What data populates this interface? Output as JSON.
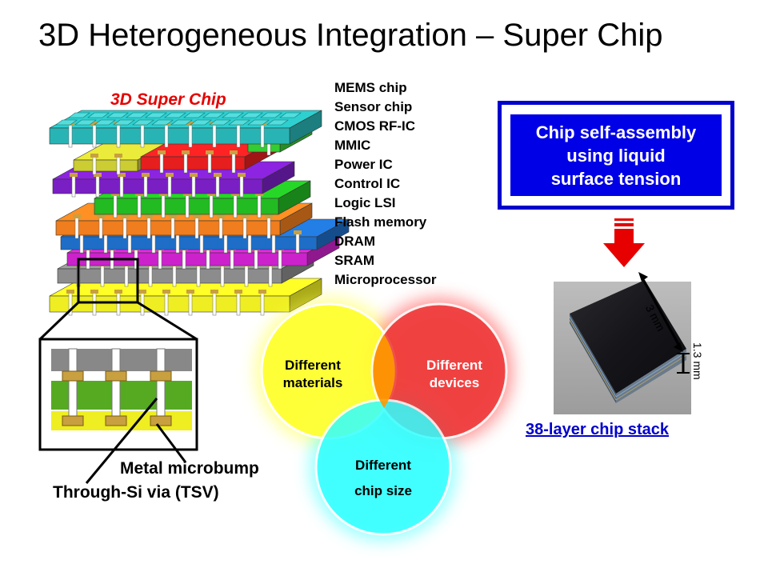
{
  "title": "3D Heterogeneous Integration – Super Chip",
  "super_chip_label": "3D Super Chip",
  "layers": [
    {
      "label": "MEMS chip",
      "color": "#28b4b4"
    },
    {
      "label": "Sensor chip",
      "color": "#33cc33"
    },
    {
      "label": "CMOS RF-IC",
      "color": "#e61e1e"
    },
    {
      "label": "MMIC",
      "color": "#cccc33"
    },
    {
      "label": "Power IC",
      "color": "#7a1fc4"
    },
    {
      "label": "Control IC",
      "color": "#22bb22"
    },
    {
      "label": "Logic LSI",
      "color": "#f07d1e"
    },
    {
      "label": "Flash memory",
      "color": "#1e6ec8"
    },
    {
      "label": "DRAM",
      "color": "#cc22cc"
    },
    {
      "label": "SRAM",
      "color": "#8c8c8c"
    },
    {
      "label": "Microprocessor",
      "color": "#eeee22"
    }
  ],
  "callout": {
    "lines": [
      "Chip self-assembly",
      "using liquid",
      "surface tension"
    ],
    "colors": {
      "border": "#0000cc",
      "fill": "#0000e6"
    }
  },
  "stack_photo": {
    "caption": "38-layer chip stack",
    "width_label": "3 mm",
    "height_label": "1.3 mm"
  },
  "venn": [
    {
      "label_lines": [
        "Different",
        "materials"
      ],
      "color": "#ffff44"
    },
    {
      "label_lines": [
        "Different",
        "devices"
      ],
      "color": "#ff4444"
    },
    {
      "label_lines": [
        "Different",
        "chip size"
      ],
      "color": "#44ffff"
    }
  ],
  "annotations": {
    "microbump": "Metal microbump",
    "tsv": "Through-Si via (TSV)"
  },
  "arrow_color": "#e60000"
}
